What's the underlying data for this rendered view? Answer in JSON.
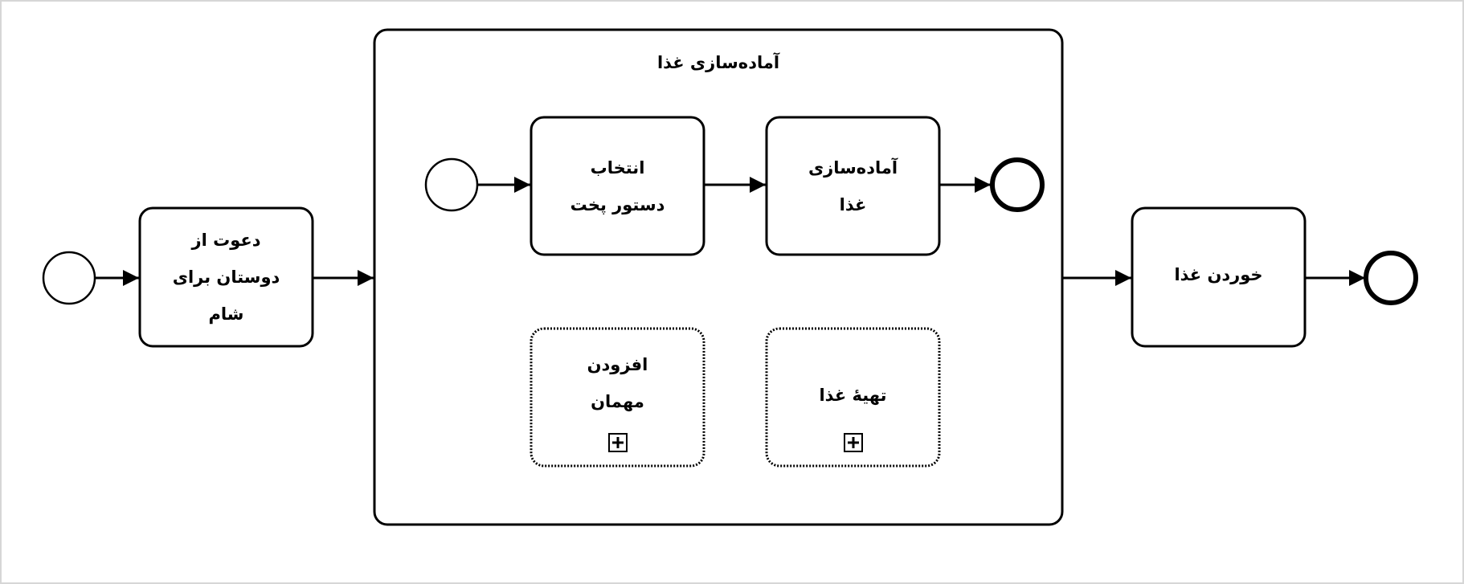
{
  "diagram": {
    "start_task": {
      "lines": [
        "دعوت از",
        "دوستان برای",
        "شام"
      ]
    },
    "subprocess": {
      "title": "آماده‌سازی غذا",
      "task_select_recipe": {
        "lines": [
          "انتخاب",
          "دستور پخت"
        ]
      },
      "task_prepare_food": {
        "lines": [
          "آماده‌سازی",
          "غذا"
        ]
      },
      "collapsed_add_guest": {
        "lines": [
          "افزودن",
          "مهمان"
        ]
      },
      "collapsed_provide_food": {
        "lines": [
          "تهیهٔ غذا"
        ]
      }
    },
    "end_task": {
      "lines": [
        "خوردن غذا"
      ]
    }
  }
}
